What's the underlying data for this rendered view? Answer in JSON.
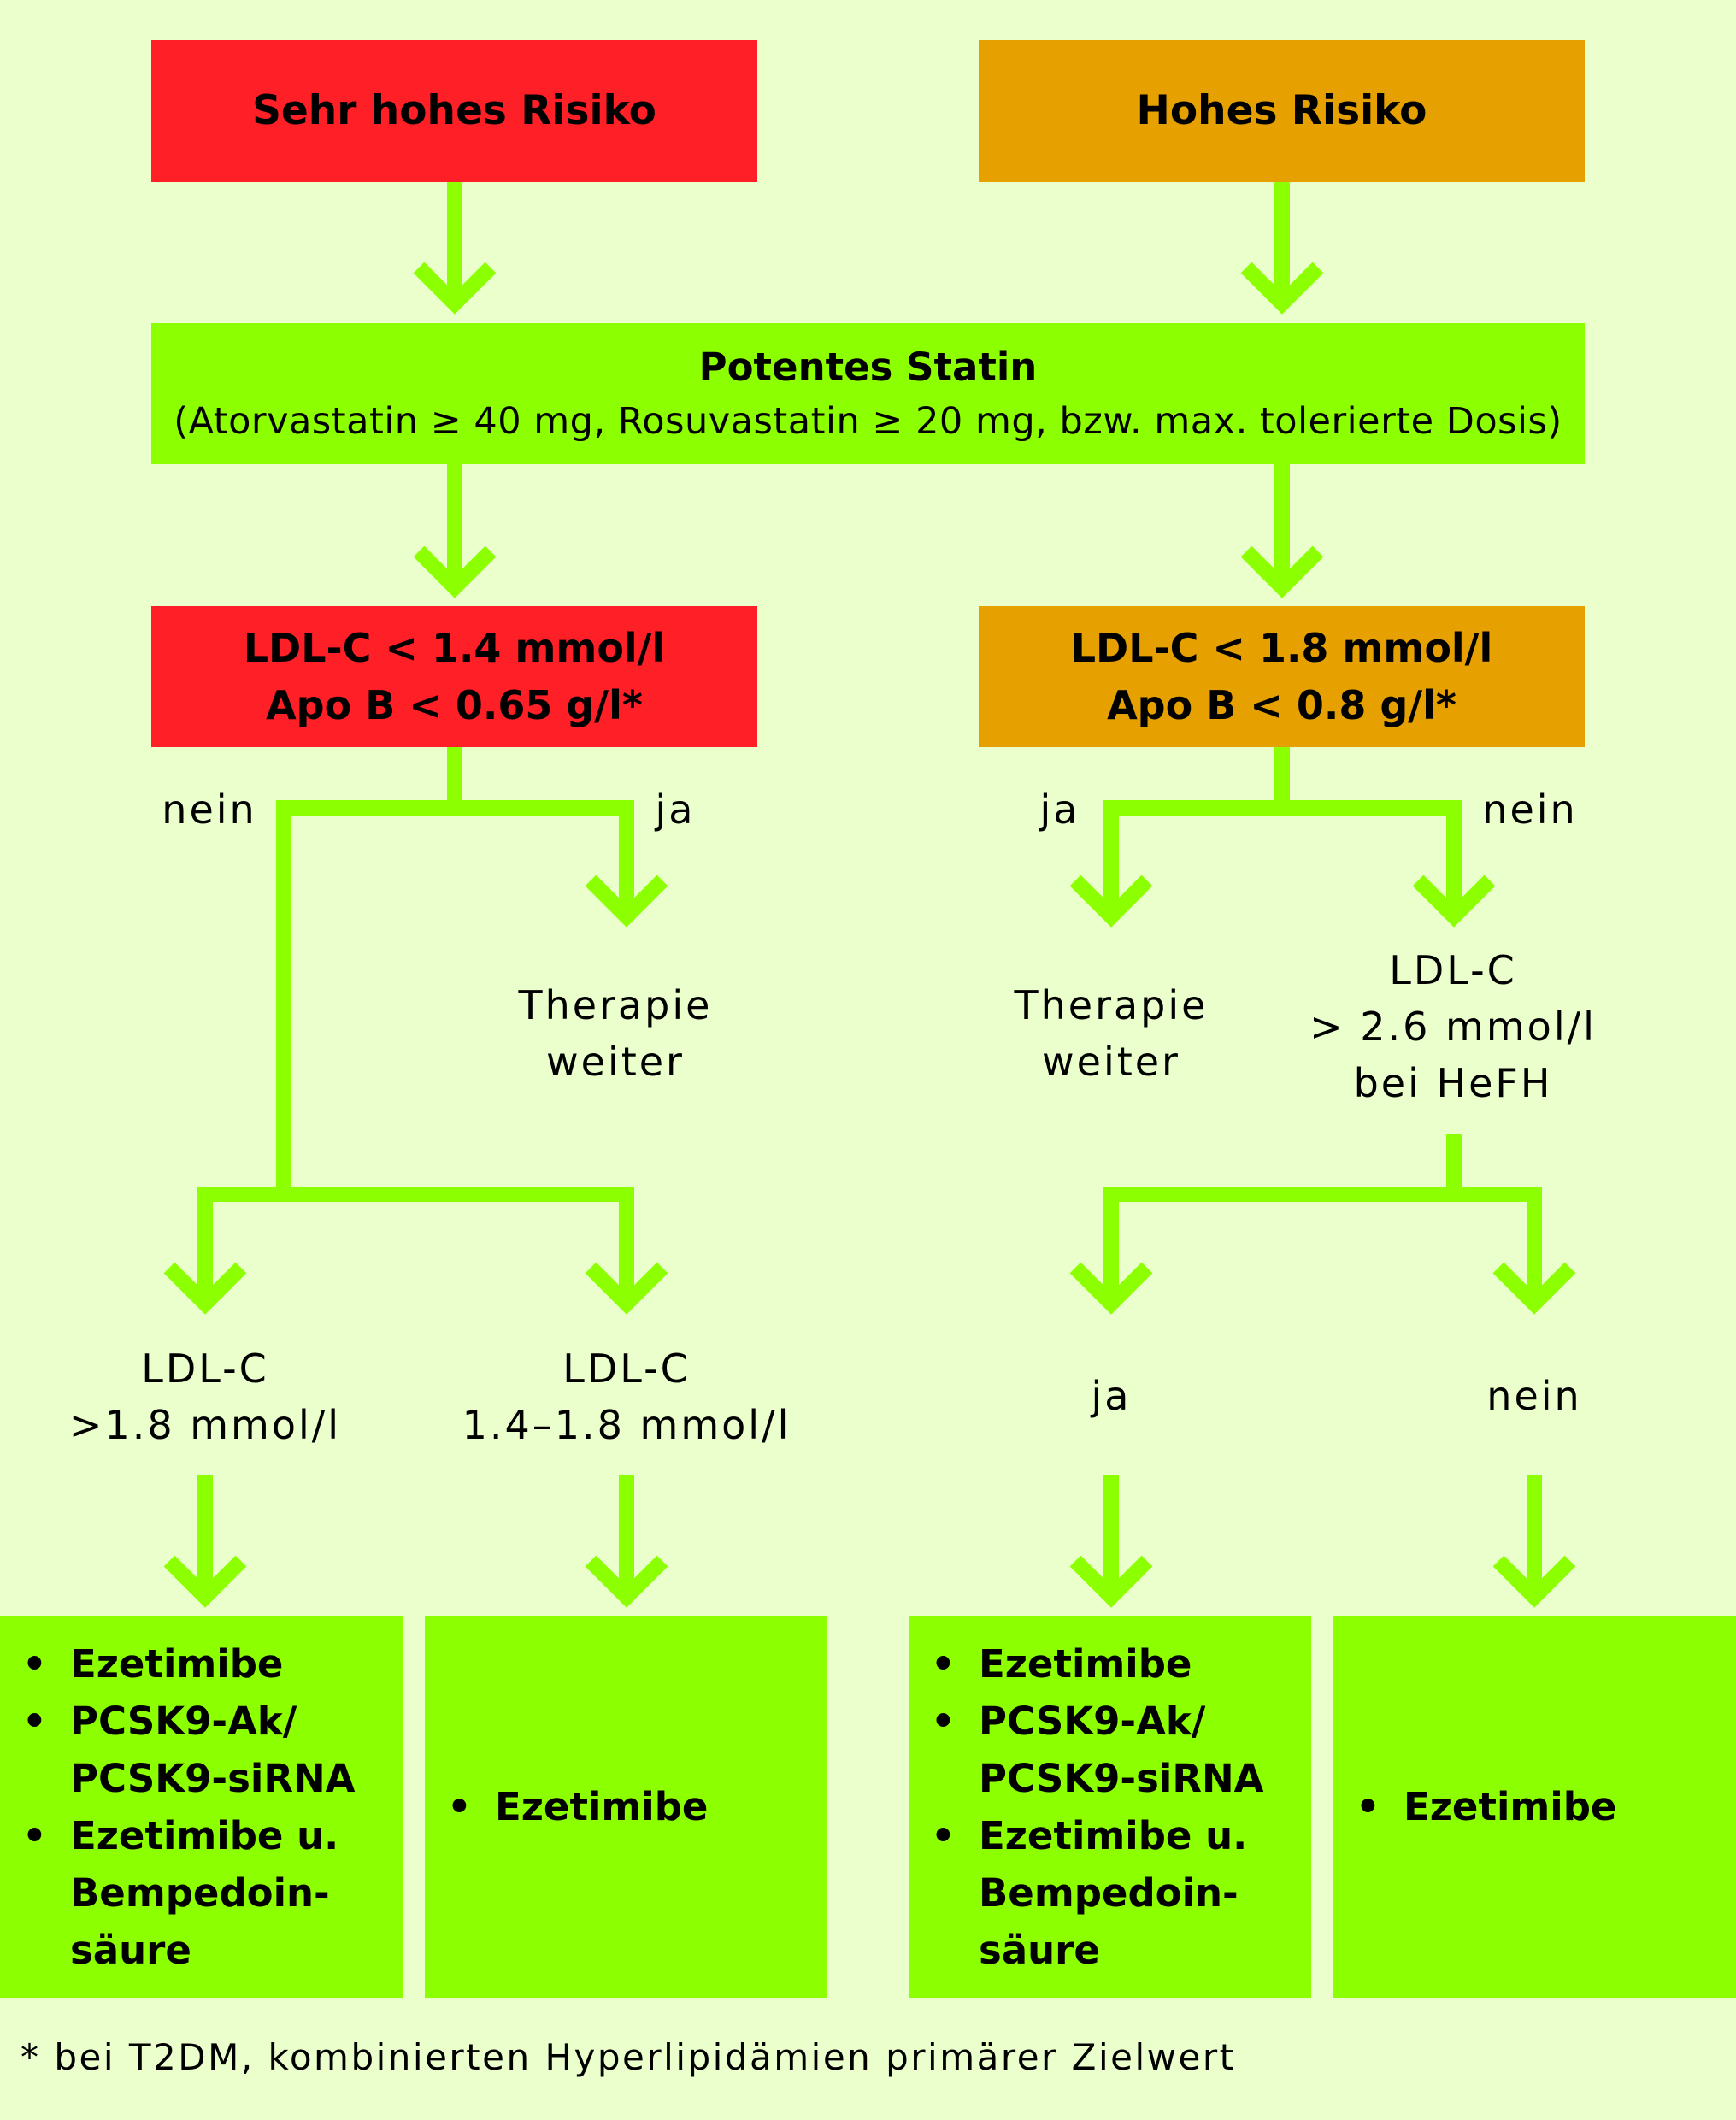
{
  "risk": {
    "very_high": "Sehr hohes Risiko",
    "high": "Hohes Risiko"
  },
  "statin": {
    "title": "Potentes Statin",
    "subtitle": "(Atorvastatin ≥ 40 mg, Rosuvastatin ≥ 20 mg, bzw. max. tolerierte Dosis)"
  },
  "targets": {
    "very_high": {
      "line1": "LDL-C < 1.4 mmol/l",
      "line2": "Apo B < 0.65 g/l*"
    },
    "high": {
      "line1": "LDL-C < 1.8 mmol/l",
      "line2": "Apo B < 0.8 g/l*"
    }
  },
  "branches": {
    "left_no": "nein",
    "left_yes": "ja",
    "right_yes": "ja",
    "right_no": "nein"
  },
  "outcomes": {
    "continue_left": {
      "line1": "Therapie",
      "line2": "weiter"
    },
    "continue_right": {
      "line1": "Therapie",
      "line2": "weiter"
    },
    "hefh": {
      "line1": "LDL-C",
      "line2": "> 2.6 mmol/l",
      "line3": "bei HeFH"
    },
    "ldl_gt": {
      "line1": "LDL-C",
      "line2": ">1.8 mmol/l"
    },
    "ldl_range": {
      "line1": "LDL-C",
      "line2": "1.4–1.8 mmol/l"
    },
    "hefh_yes": "ja",
    "hefh_no": "nein"
  },
  "therapies": {
    "box1": [
      "Ezetimibe",
      "PCSK9-Ak/",
      "PCSK9-siRNA",
      "Ezetimibe u.",
      "Bempedoin-",
      "säure"
    ],
    "box2": [
      "Ezetimibe"
    ],
    "box3": [
      "Ezetimibe",
      "PCSK9-Ak/",
      "PCSK9-siRNA",
      "Ezetimibe u.",
      "Bempedoin-",
      "säure"
    ],
    "box4": [
      "Ezetimibe"
    ]
  },
  "footnote": "* bei T2DM, kombinierten Hyperlipidämien primärer Zielwert",
  "colors": {
    "background": "#eaffcc",
    "very_high": "#ff1f26",
    "high": "#e6a100",
    "green": "#8cff00"
  }
}
